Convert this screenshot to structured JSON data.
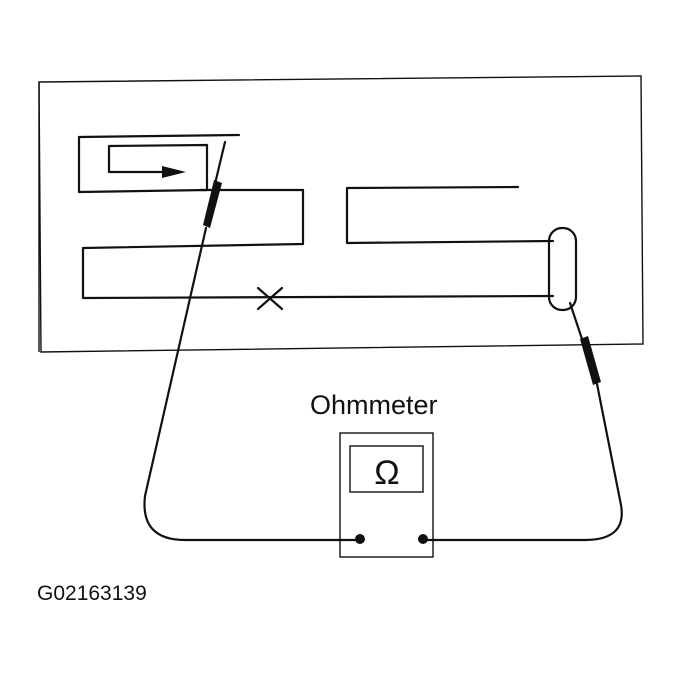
{
  "meter": {
    "label": "Ohmmeter",
    "symbol": "Ω"
  },
  "figure_code": "G02163139",
  "colors": {
    "ink": "#111111",
    "background": "#ffffff"
  }
}
